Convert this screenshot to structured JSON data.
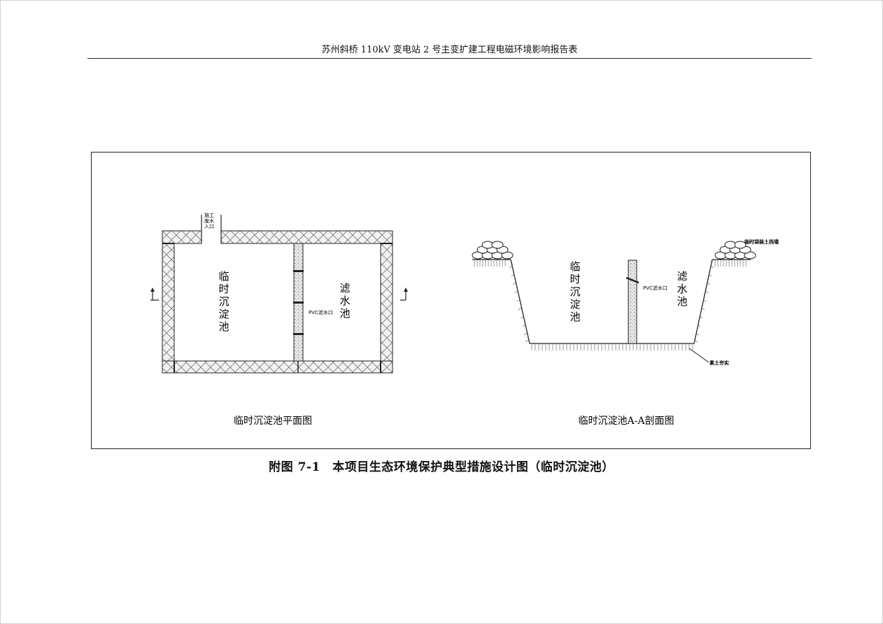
{
  "header": {
    "title": "苏州斜桥 110kV 变电站 2 号主变扩建工程电磁环境影响报告表"
  },
  "plan": {
    "inlet_label": [
      "施工",
      "废水",
      "入口"
    ],
    "left_pool": [
      "临",
      "时",
      "沉",
      "淀",
      "池"
    ],
    "right_pool": [
      "滤",
      "水",
      "池"
    ],
    "filter_label": "PVC滤水口",
    "title": "临时沉淀池平面图"
  },
  "section": {
    "left_pool": [
      "临",
      "时",
      "沉",
      "淀",
      "池"
    ],
    "right_pool": [
      "滤",
      "水",
      "池"
    ],
    "filter_label": "PVC滤水口",
    "bags_label": "临时袋装土挡墙",
    "base_label": "素土夯实",
    "title": "临时沉淀池A-A剖面图"
  },
  "caption": {
    "text": "附图 7-1　本项目生态环境保护典型措施设计图（临时沉淀池）"
  }
}
